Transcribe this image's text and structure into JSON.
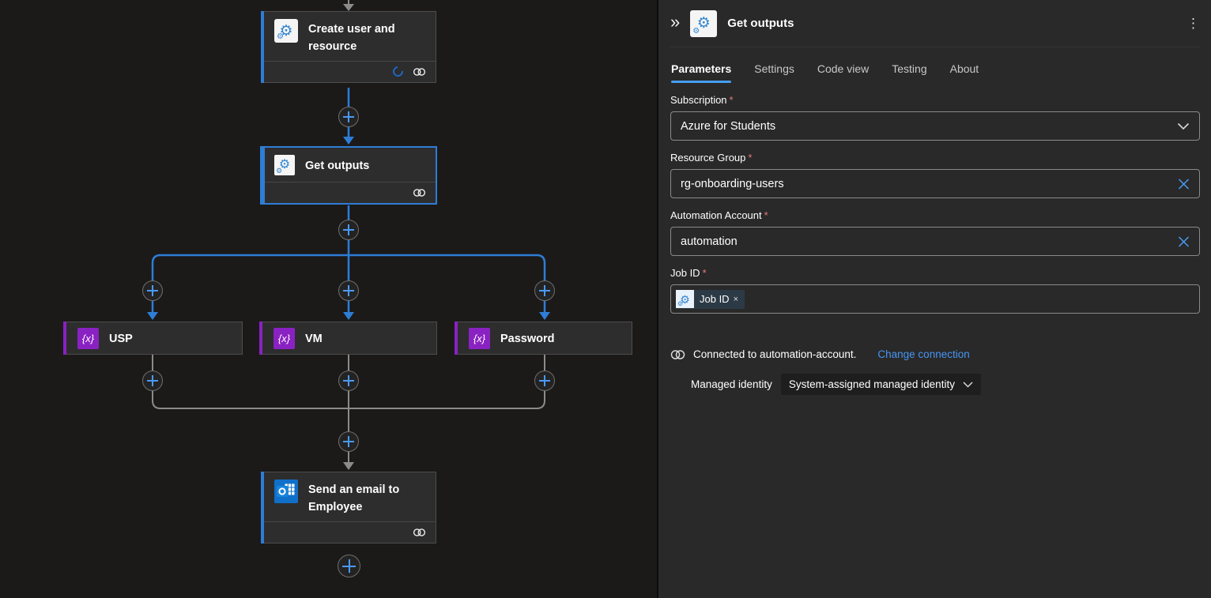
{
  "colors": {
    "canvas_bg": "#1b1a19",
    "panel_bg": "#292929",
    "accent_blue": "#2e7dd6",
    "ui_blue": "#479ef5",
    "accent_purple": "#8a21c2",
    "required_red": "#e87b7b",
    "edge_gray": "#8b8b8b"
  },
  "icons": {
    "gear": "⚙",
    "variable": "{x}",
    "collapse": "»",
    "more": "⋮",
    "token_remove": "×"
  },
  "canvas": {
    "nodes": [
      {
        "id": "create-user",
        "title": "Create user and resource",
        "type": "automation"
      },
      {
        "id": "get-outputs",
        "title": "Get outputs",
        "type": "automation",
        "selected": true
      },
      {
        "id": "usp",
        "title": "USP",
        "type": "variable"
      },
      {
        "id": "vm",
        "title": "VM",
        "type": "variable"
      },
      {
        "id": "password",
        "title": "Password",
        "type": "variable"
      },
      {
        "id": "send-email",
        "title": "Send an email to Employee",
        "type": "outlook"
      }
    ]
  },
  "panel": {
    "title": "Get outputs",
    "tabs": [
      {
        "label": "Parameters",
        "active": true
      },
      {
        "label": "Settings",
        "active": false
      },
      {
        "label": "Code view",
        "active": false
      },
      {
        "label": "Testing",
        "active": false
      },
      {
        "label": "About",
        "active": false
      }
    ],
    "fields": {
      "subscription": {
        "label": "Subscription",
        "required": "*",
        "value": "Azure for Students"
      },
      "resource_group": {
        "label": "Resource Group",
        "required": "*",
        "value": "rg-onboarding-users"
      },
      "automation_account": {
        "label": "Automation Account",
        "required": "*",
        "value": "automation"
      },
      "job_id": {
        "label": "Job ID",
        "required": "*",
        "token": "Job ID"
      }
    },
    "connection": {
      "status": "Connected to automation-account.",
      "action": "Change connection"
    },
    "managed_identity": {
      "label": "Managed identity",
      "value": "System-assigned managed identity"
    }
  }
}
